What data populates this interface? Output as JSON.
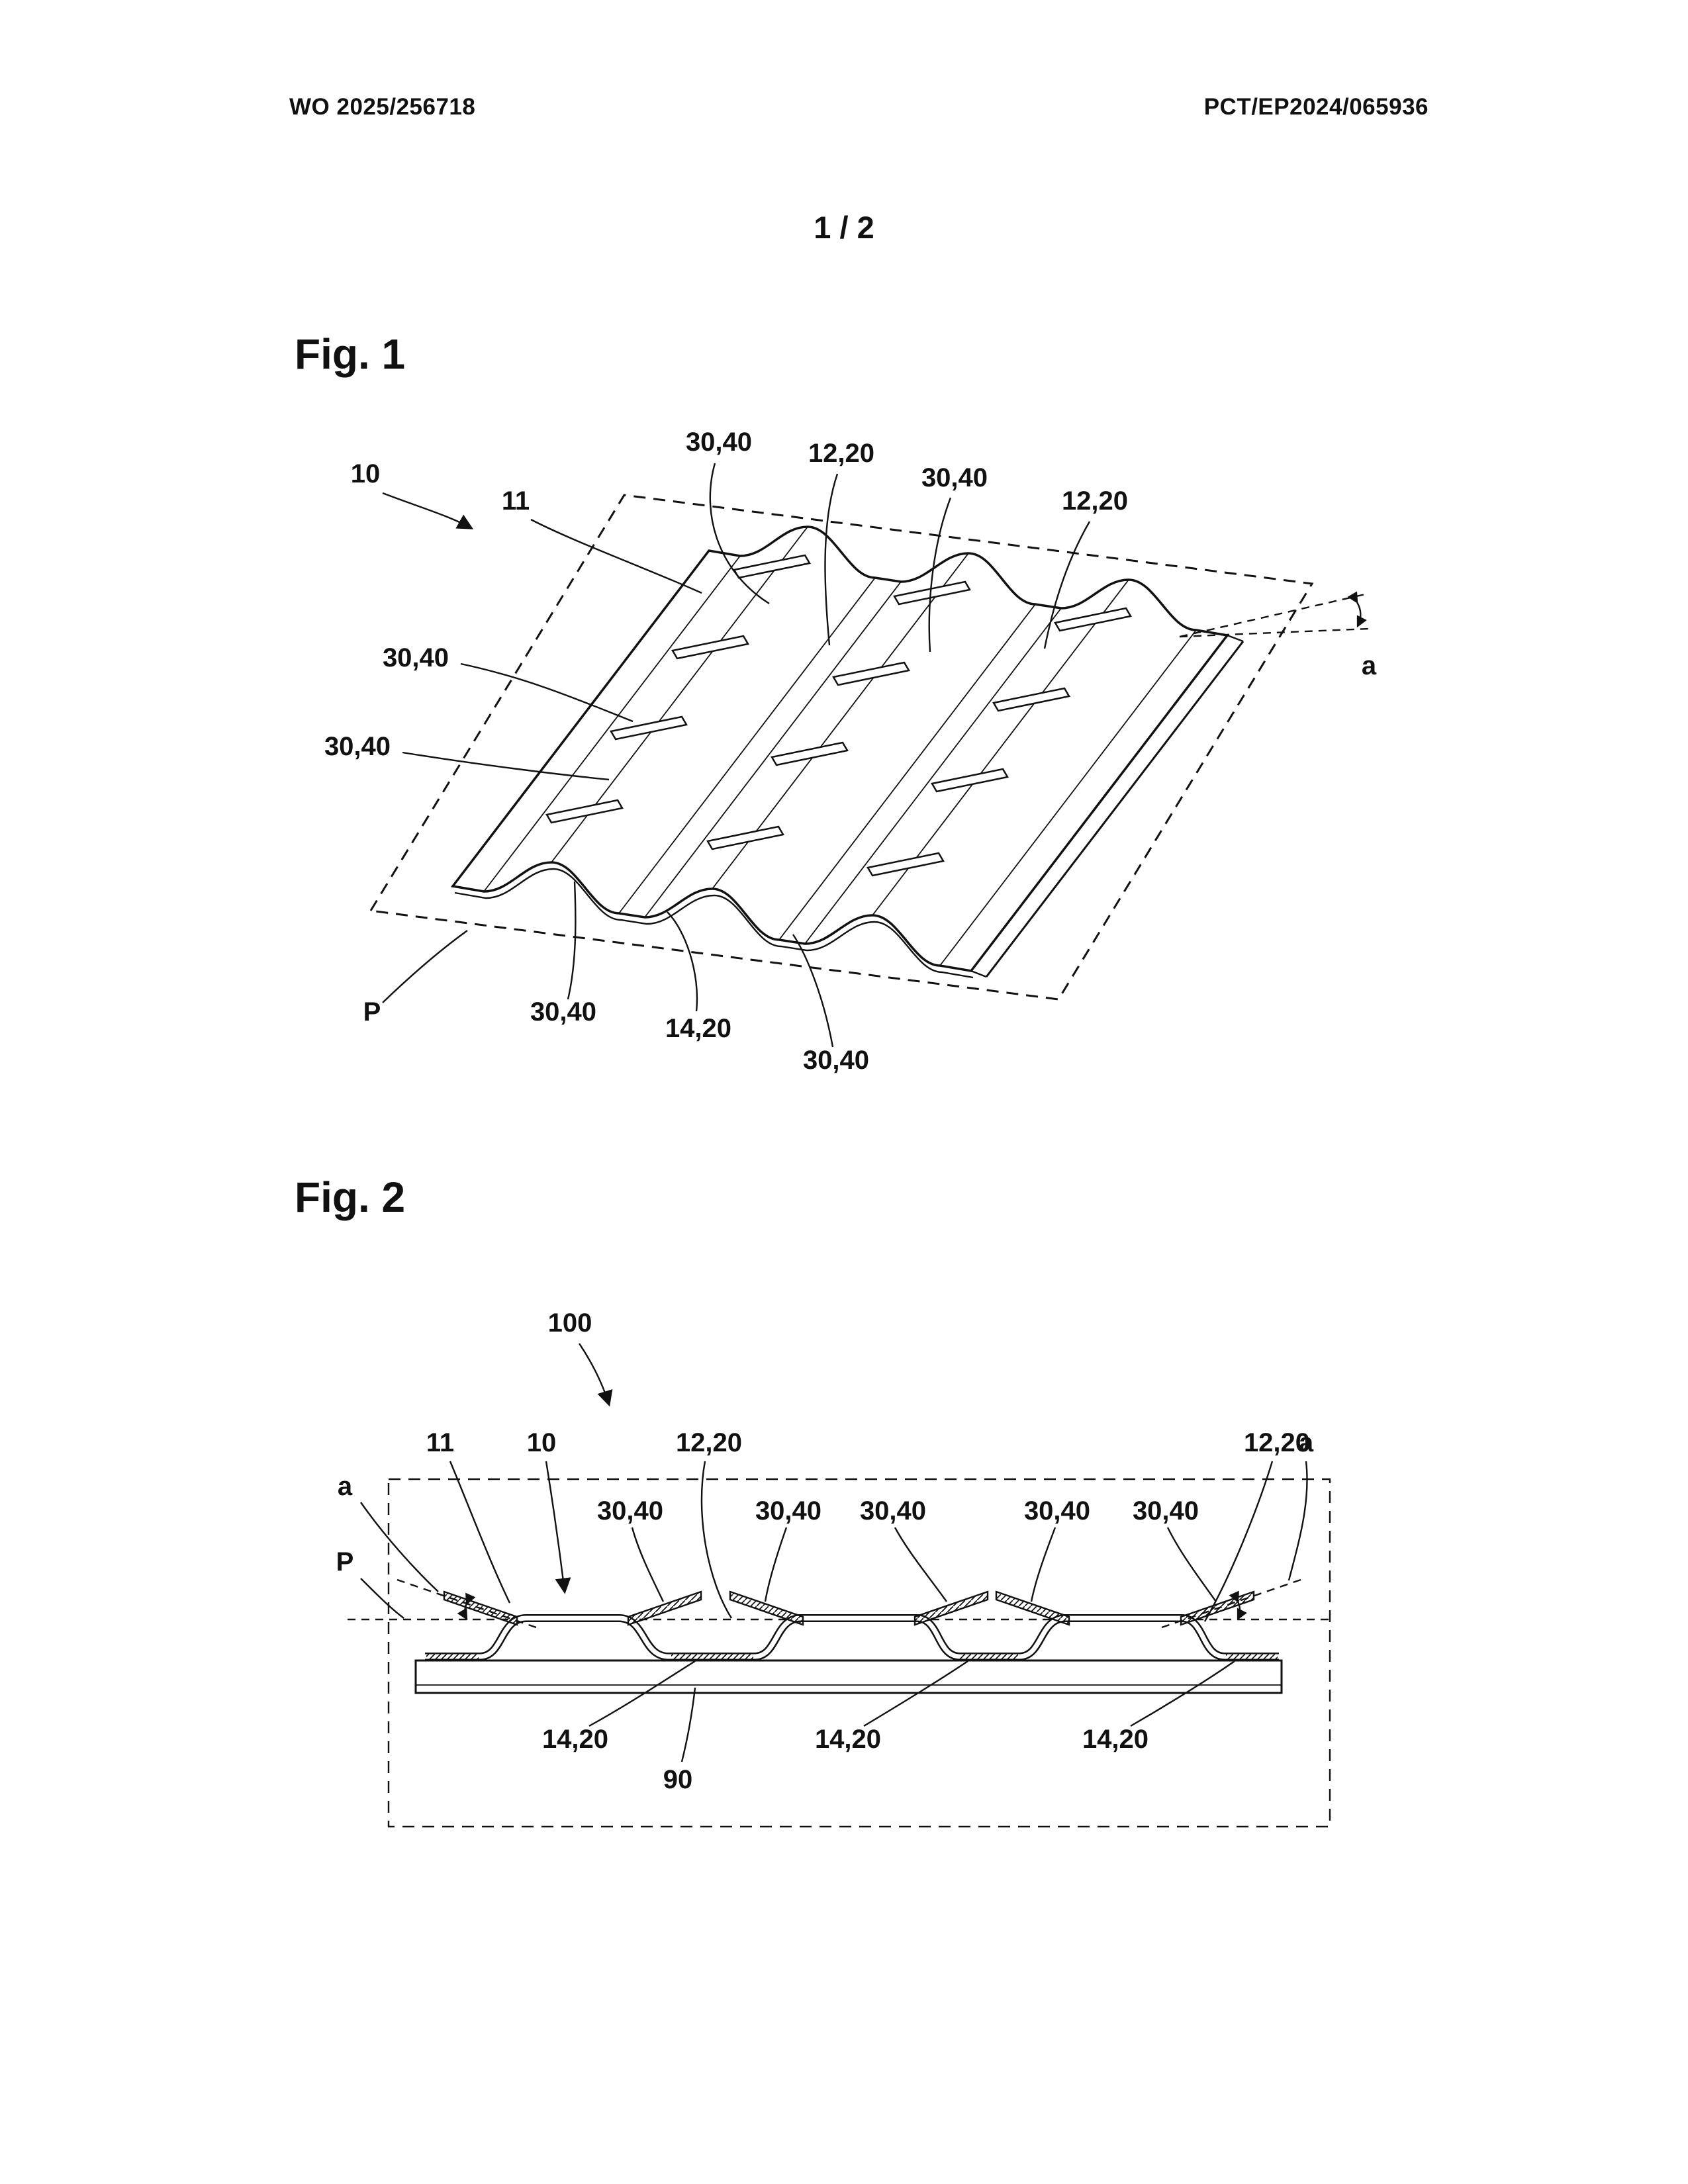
{
  "header": {
    "publication_number": "WO 2025/256718",
    "application_number": "PCT/EP2024/065936",
    "sheet_indicator": "1 / 2"
  },
  "figures": {
    "fig1": {
      "title": "Fig. 1"
    },
    "fig2": {
      "title": "Fig. 2"
    }
  },
  "refs": {
    "assembly": "10",
    "sheet": "11",
    "tabs": "30,40",
    "crest": "12,20",
    "base_section": "14,20",
    "plane": "P",
    "angle": "a",
    "system": "100",
    "carrier_plate": "90"
  }
}
